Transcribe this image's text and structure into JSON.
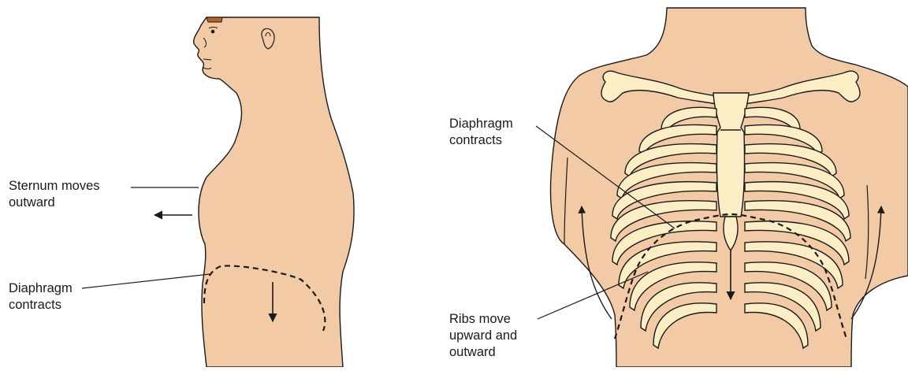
{
  "colors": {
    "skin": "#f2cba6",
    "bone": "#fbeec4",
    "line": "#1a1a1a",
    "hair": "#b5652a"
  },
  "side_view": {
    "sternum_label": [
      "Sternum moves",
      "outward"
    ],
    "diaphragm_label": [
      "Diaphragm",
      "contracts"
    ]
  },
  "front_view": {
    "diaphragm_label": [
      "Diaphragm",
      "contracts"
    ],
    "ribs_label": [
      "Ribs move",
      "upward and",
      "outward"
    ]
  }
}
